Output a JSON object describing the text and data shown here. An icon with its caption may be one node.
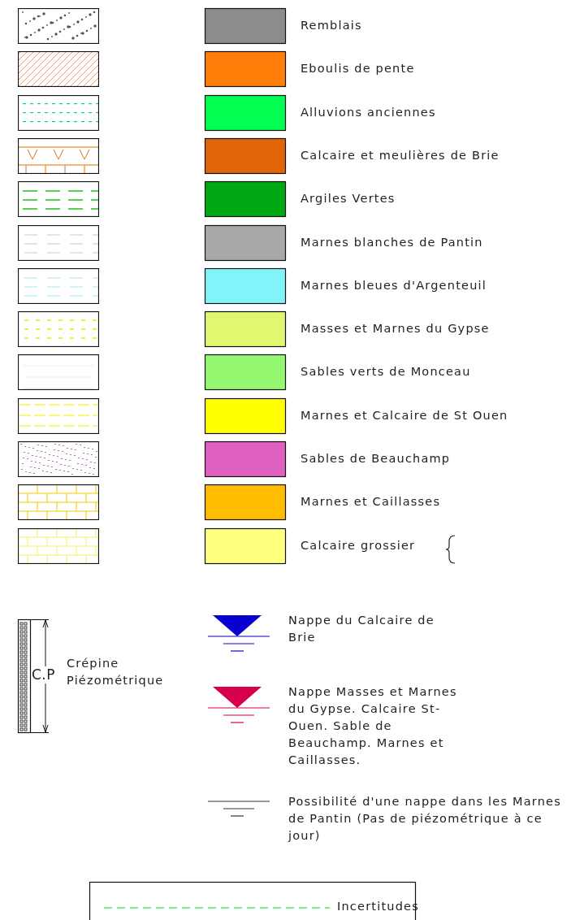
{
  "diagram": {
    "labels": [
      "C.P"
    ],
    "legend": [
      {
        "text": "Remblais",
        "color": "#8c8c8c"
      },
      {
        "text": "Eboulis de pente",
        "color": "#ff7f0a"
      },
      {
        "text": "Alluvions anciennes",
        "color": "#00ff50"
      },
      {
        "text": "Calcaire et meulières de Brie",
        "color": "#e06408"
      },
      {
        "text": "Argiles Vertes",
        "color": "#00a814"
      },
      {
        "text": "Marnes blanches de Pantin",
        "color": "#a8a8a8"
      },
      {
        "text": "Marnes bleues d'Argenteuil",
        "color": "#80f4f8"
      },
      {
        "text": "Masses et Marnes du Gypse",
        "color": "#e0f870"
      },
      {
        "text": "Sables verts de Monceau",
        "color": "#94f870"
      },
      {
        "text": "Marnes et Calcaire de St Ouen",
        "color": "#ffff00"
      },
      {
        "text": "Sables de Beauchamp",
        "color": "#e060c0"
      },
      {
        "text": "Marnes et Caillasses",
        "color": "#ffbc00"
      },
      {
        "text": "Calcaire grossier",
        "color": "#ffff80"
      },
      {
        "text": "Crépine Piézométrique"
      },
      {
        "text": "Nappe du Calcaire de Brie"
      },
      {
        "text": "Nappe Masses et Marnes du Gypse. Calcaire St-Ouen. Sable de Beauchamp. Marnes et Caillasses."
      },
      {
        "text": "Possibilité d'une nappe dans les Marnes de Pantin (Pas de piézométrique à ce jour)"
      },
      {
        "text": "Incertitudes"
      }
    ]
  }
}
